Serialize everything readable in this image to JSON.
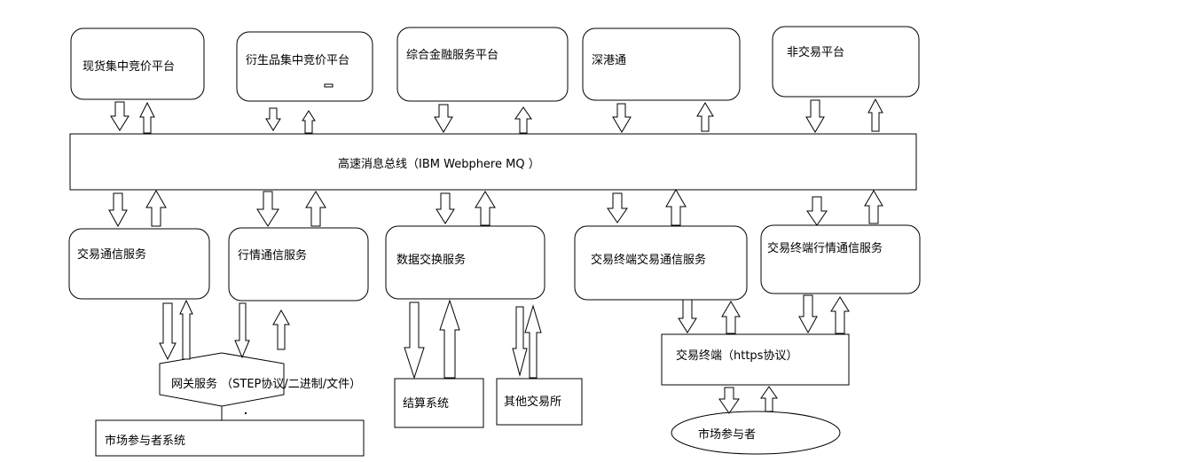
{
  "top_platforms": [
    {
      "label": "现货集中竞价平台"
    },
    {
      "label": "衍生品集中竞价平台"
    },
    {
      "label": "综合金融服务平台"
    },
    {
      "label": "深港通"
    },
    {
      "label": "非交易平台"
    }
  ],
  "bus": {
    "label": "高速消息总线（IBM Webphere MQ  ）"
  },
  "services": [
    {
      "label": "交易通信服务"
    },
    {
      "label": "行情通信服务"
    },
    {
      "label": "数据交换服务"
    },
    {
      "label": "交易终端交易通信服务"
    },
    {
      "label": "交易终端行情通信服务"
    }
  ],
  "gateway": {
    "label": "网关服务  （STEP协议/二进制/文件）"
  },
  "market_participant_system": {
    "label": "市场参与者系统"
  },
  "settlement": {
    "label": "结算系统"
  },
  "other_exchanges": {
    "label": "其他交易所"
  },
  "trading_terminal": {
    "label": "交易终端（https协议）"
  },
  "market_participant": {
    "label": "市场参与者"
  }
}
